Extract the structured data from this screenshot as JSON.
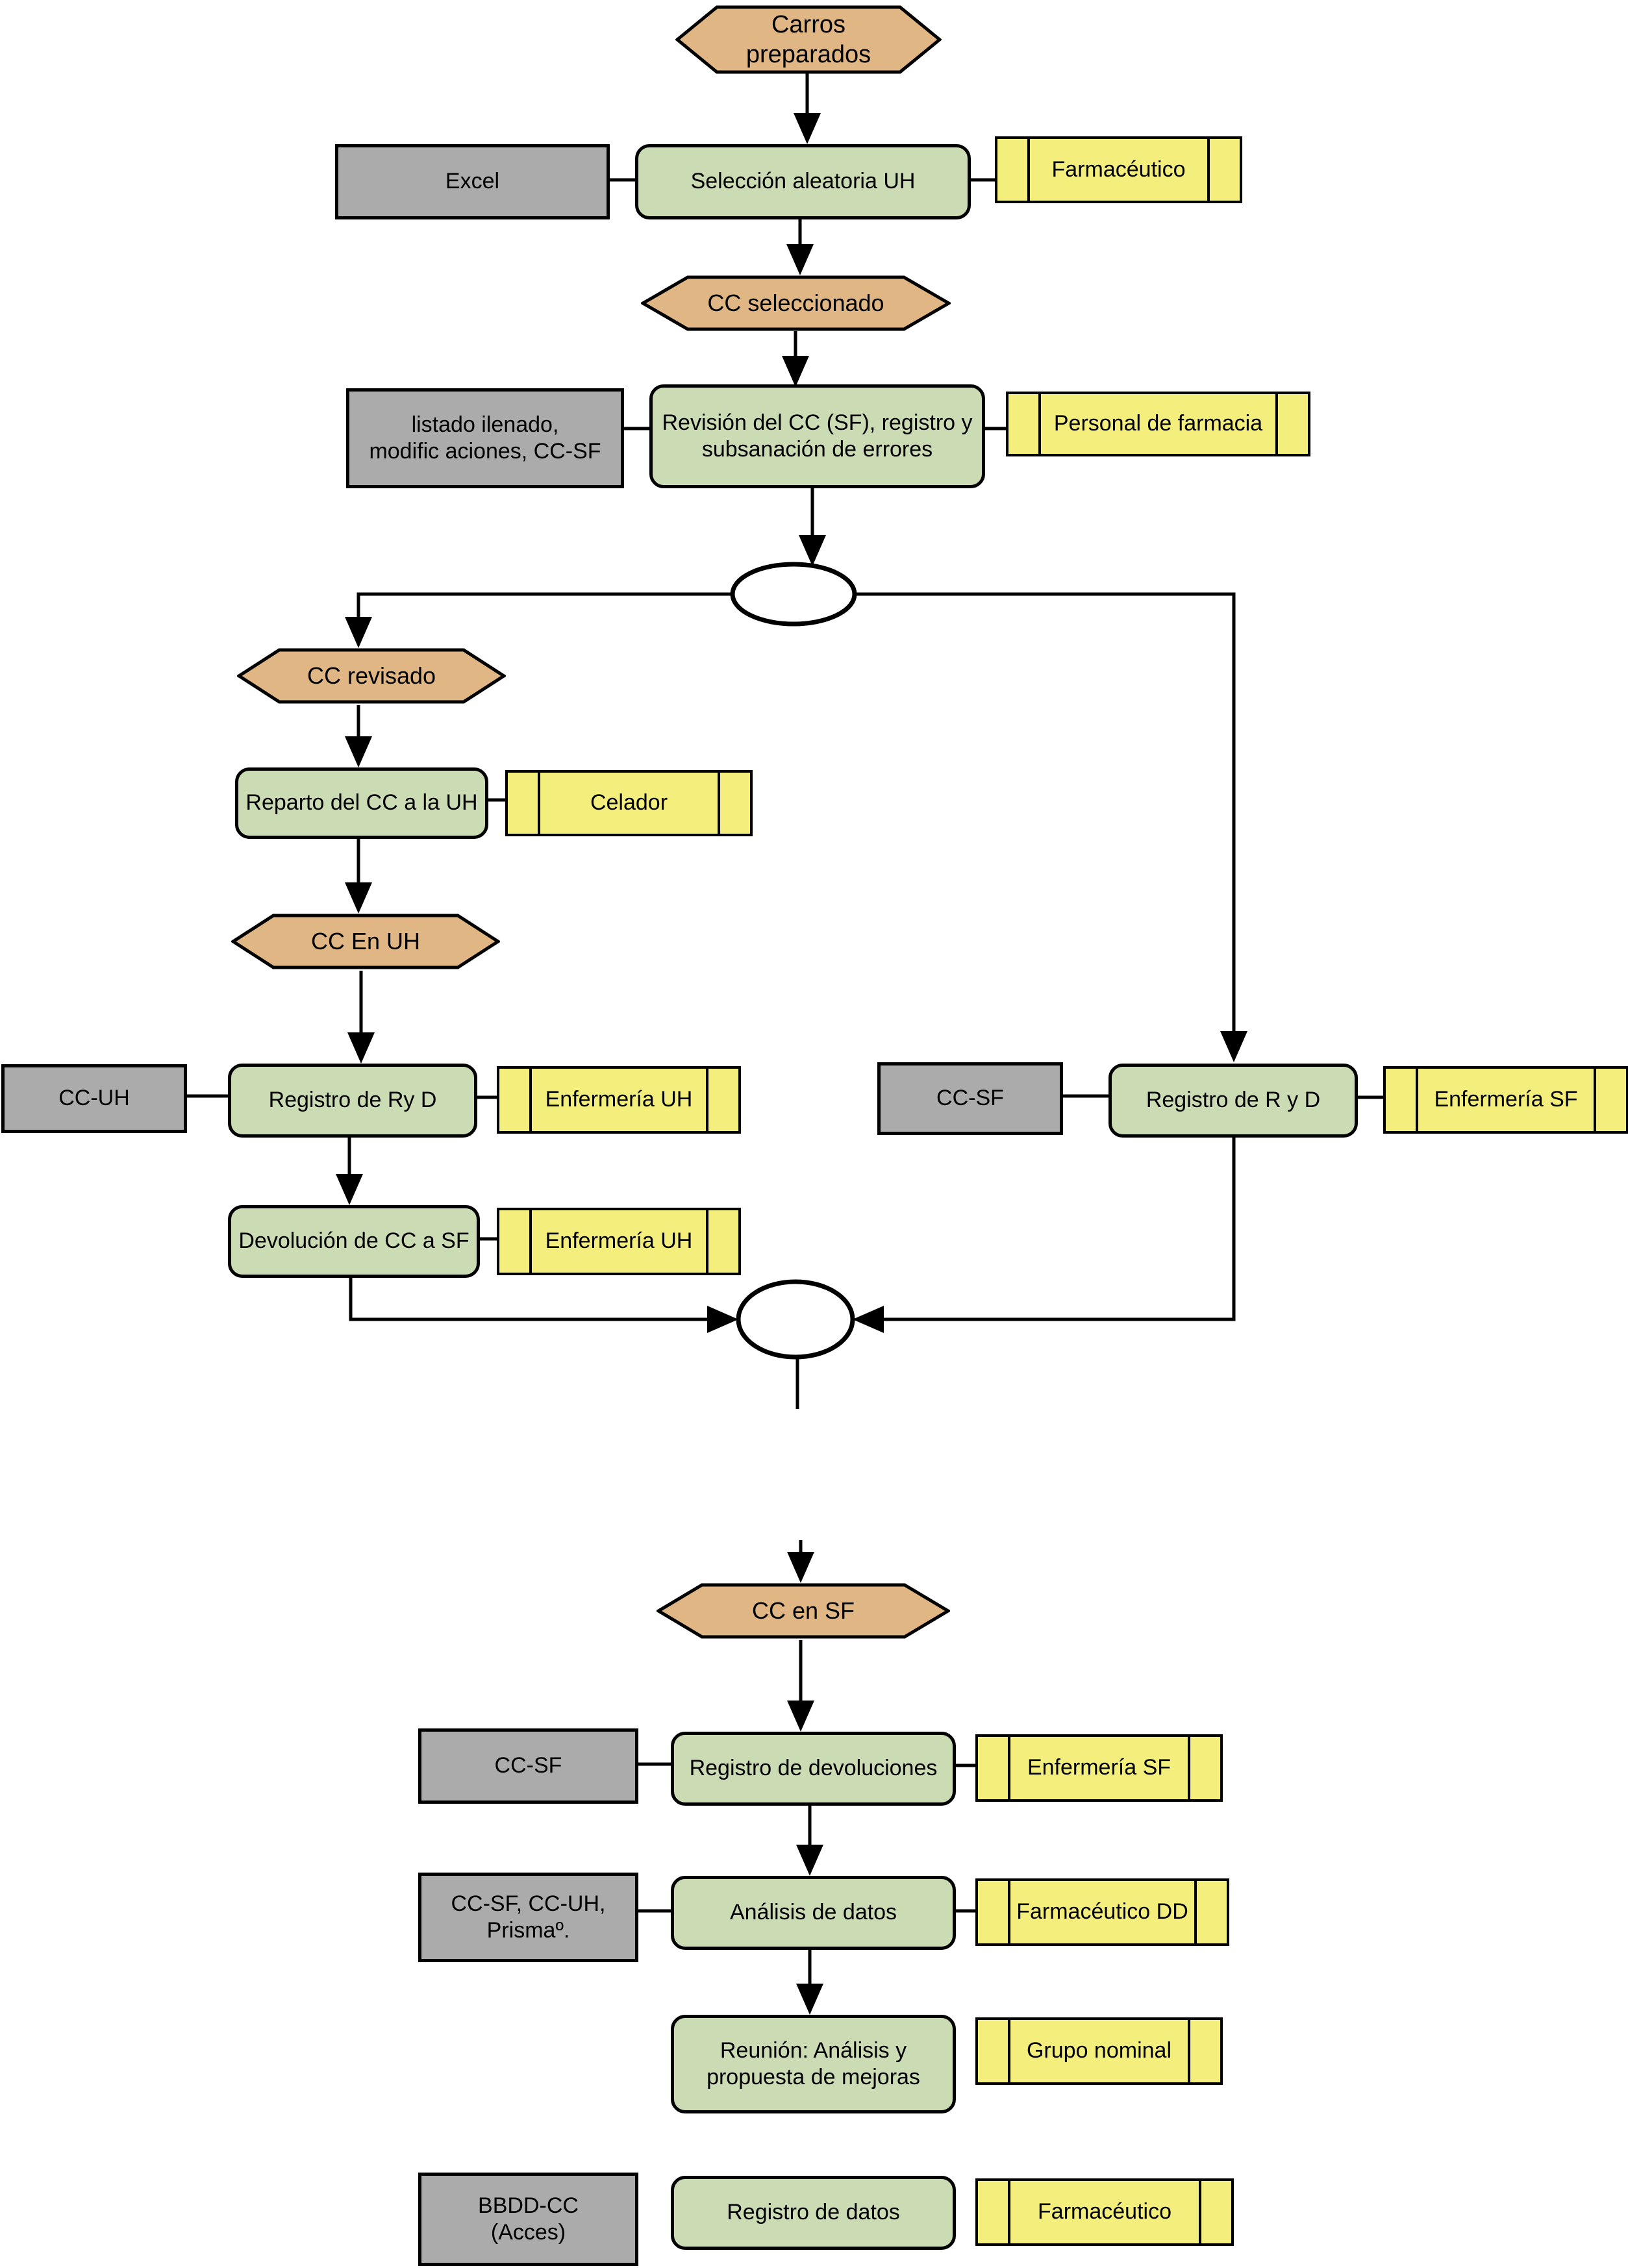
{
  "colors": {
    "state_fill": "#e0b685",
    "process_fill": "#cbdcb4",
    "actor_fill": "#f4ef7d",
    "document_fill": "#ababab",
    "line": "#000000",
    "background": "#ffffff"
  },
  "states": {
    "carros_preparados": {
      "line1": "Carros",
      "line2": "preparados"
    },
    "cc_seleccionado": "CC seleccionado",
    "cc_revisado": "CC revisado",
    "cc_en_uh": "CC En UH",
    "cc_en_sf": "CC en SF"
  },
  "processes": {
    "seleccion": "Selección aleatoria UH",
    "revision": {
      "line1": "Revisión del CC (SF), registro y",
      "line2": "subsanación de errores"
    },
    "reparto": "Reparto del CC a la UH",
    "registro_ryd_uh": "Registro de Ry D",
    "devolucion": "Devolución de CC a SF",
    "registro_ryd_sf": "Registro de R y D",
    "registro_devoluciones": "Registro de devoluciones",
    "analisis": "Análisis de datos",
    "reunion": {
      "line1": "Reunión: Análisis y",
      "line2": "propuesta de mejoras"
    },
    "registro_datos": "Registro de datos"
  },
  "documents": {
    "excel": "Excel",
    "listado": {
      "line1": "listado ilenado,",
      "line2": "modific aciones, CC-SF"
    },
    "cc_uh": "CC-UH",
    "cc_sf_right": "CC-SF",
    "cc_sf_bottom": "CC-SF",
    "cc_sf_cc_uh_prisma": {
      "line1": "CC-SF, CC-UH,",
      "line2": "Prismaº."
    },
    "bbdd": {
      "line1": "BBDD-CC",
      "line2": "(Acces)"
    }
  },
  "actors": {
    "farmaceutico_top": "Farmacéutico",
    "personal_farmacia": "Personal de farmacia",
    "celador": "Celador",
    "enfermeria_uh_1": "Enfermería UH",
    "enfermeria_uh_2": "Enfermería UH",
    "enfermeria_sf_right": "Enfermería SF",
    "enfermeria_sf_bottom": "Enfermería SF",
    "farmaceutico_dd": "Farmacéutico DD",
    "grupo_nominal": "Grupo nominal",
    "farmaceutico_bottom": "Farmacéutico"
  }
}
